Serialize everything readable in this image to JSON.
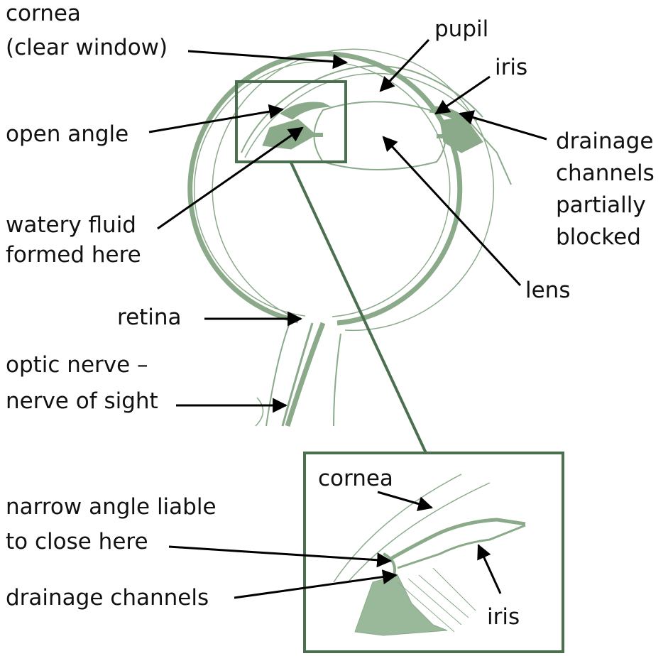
{
  "labels": {
    "cornea_line1": "cornea",
    "cornea_line2": "(clear window)",
    "pupil": "pupil",
    "iris": "iris",
    "open_angle": "open angle",
    "drainage_blocked_line1": "drainage",
    "drainage_blocked_line2": "channels",
    "drainage_blocked_line3": "partially",
    "drainage_blocked_line4": "blocked",
    "watery_fluid_line1": "watery fluid",
    "watery_fluid_line2": "formed here",
    "lens": "lens",
    "retina": "retina",
    "optic_nerve_line1": "optic nerve –",
    "optic_nerve_line2": "nerve of sight",
    "inset_cornea": "cornea",
    "narrow_angle_line1": "narrow angle liable",
    "narrow_angle_line2": "to close here",
    "drainage_channels": "drainage channels",
    "inset_iris": "iris"
  },
  "colors": {
    "anatomy_green": "#8aaa8a",
    "frame_green": "#4a7050",
    "arrow": "#000000"
  }
}
